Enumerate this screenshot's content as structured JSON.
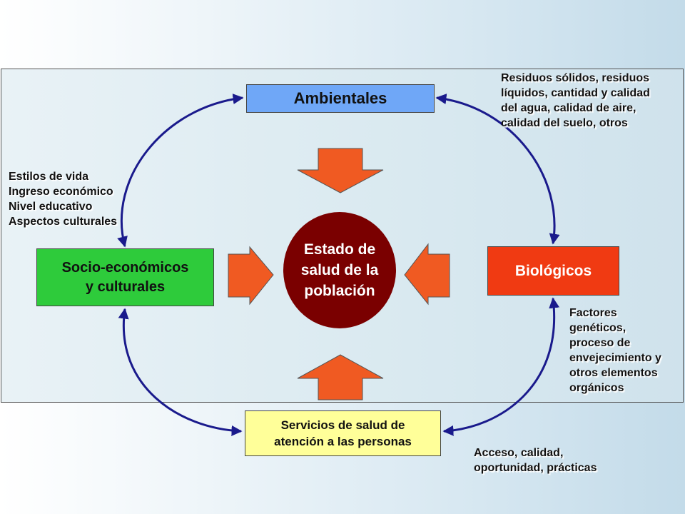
{
  "nodes": {
    "ambientales": "Ambientales",
    "biologicos": "Biológicos",
    "socio": [
      "Socio-económicos",
      "y culturales"
    ],
    "servicios": [
      "Servicios de salud de",
      "atención a las personas"
    ],
    "centro": [
      "Estado de",
      "salud de la",
      "población"
    ]
  },
  "notes": {
    "ambientales": [
      "Residuos sólidos, residuos",
      "líquidos, cantidad y calidad",
      "del agua, calidad de aire,",
      "calidad del suelo, otros"
    ],
    "socio": [
      "Estilos de vida",
      "Ingreso económico",
      "Nivel educativo",
      "Aspectos culturales"
    ],
    "biologicos": [
      "Factores",
      "genéticos,",
      "proceso de",
      "envejecimiento y",
      "otros elementos",
      "orgánicos"
    ],
    "servicios": [
      "Acceso, calidad,",
      "oportunidad, prácticas"
    ]
  },
  "colors": {
    "ambientales": "#6fa7f7",
    "biologicos": "#f03a12",
    "socio": "#2ecb3b",
    "servicios": "#ffff99",
    "centro": "#7a0000",
    "block_arrow": "#f05a22",
    "connector": "#1a1a8c"
  }
}
